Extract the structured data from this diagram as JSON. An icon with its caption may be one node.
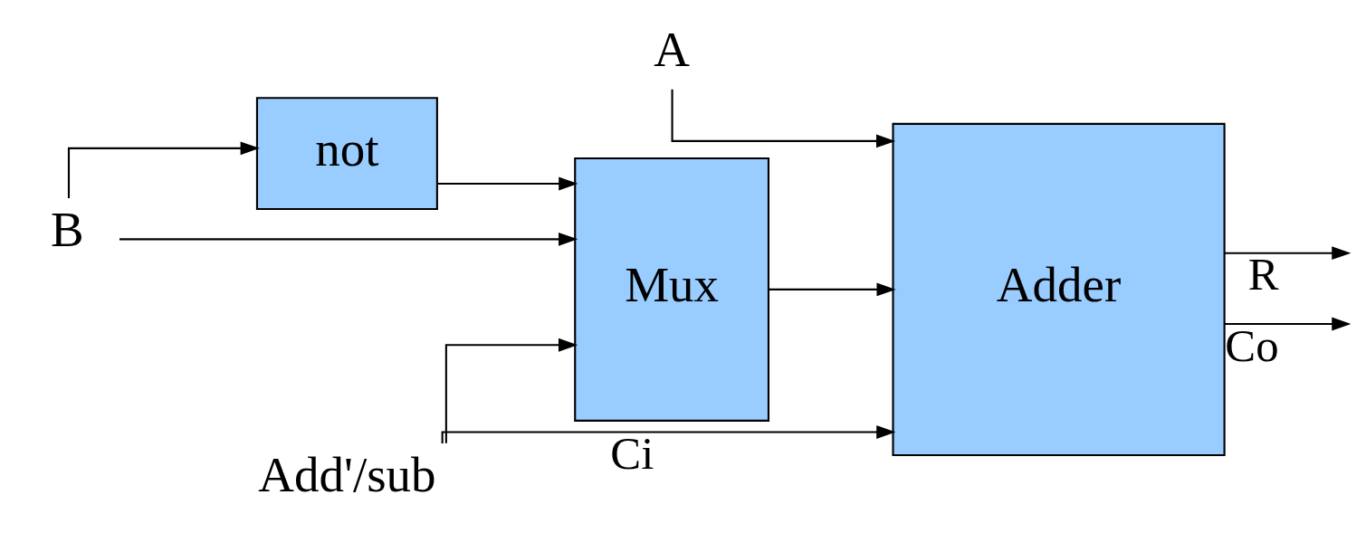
{
  "diagram": {
    "nodes": [
      {
        "text": [
          "A"
        ]
      },
      {
        "text": [
          "B"
        ]
      },
      {
        "text": [
          "not"
        ]
      },
      {
        "text": [
          "Mux"
        ]
      },
      {
        "text": [
          "Adder"
        ]
      },
      {
        "text": [
          "Add'/sub"
        ]
      }
    ],
    "edges": [
      {
        "from": 0,
        "to": 4,
        "arrow": "to"
      },
      {
        "from": 1,
        "to": 2,
        "arrow": "to"
      },
      {
        "from": 1,
        "to": 3,
        "arrow": "to"
      },
      {
        "from": 2,
        "to": 3,
        "arrow": "to"
      },
      {
        "from": 3,
        "to": 4,
        "arrow": "to"
      },
      {
        "from": 5,
        "to": 3,
        "arrow": "to"
      },
      {
        "from": 5,
        "to": 4,
        "arrow": "to",
        "label": "Ci"
      },
      {
        "from": 4,
        "to": null,
        "arrow": "to",
        "label": "R"
      },
      {
        "from": 4,
        "to": null,
        "arrow": "to",
        "label": "Co"
      }
    ]
  }
}
